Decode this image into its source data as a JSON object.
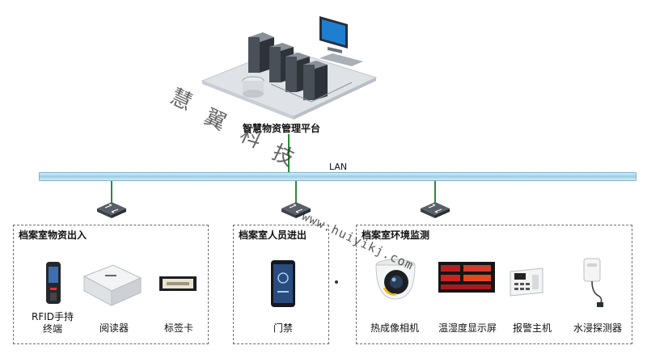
{
  "platform": {
    "label": "智慧物资管理平台"
  },
  "network": {
    "label": "LAN"
  },
  "watermark": {
    "chars": [
      "慧",
      "翼",
      "科",
      "技"
    ],
    "url": "www.huiyikj.com"
  },
  "groups": [
    {
      "title": "档案室物资出入",
      "devices": [
        {
          "label": "RFID手持\n终端",
          "icon": "rfid-handheld-icon"
        },
        {
          "label": "阅读器",
          "icon": "reader-icon"
        },
        {
          "label": "标签卡",
          "icon": "tag-card-icon"
        }
      ]
    },
    {
      "title": "档案室人员进出",
      "devices": [
        {
          "label": "门禁",
          "icon": "access-control-icon"
        }
      ]
    },
    {
      "title": "档案室环境监测",
      "devices": [
        {
          "label": "热成像相机",
          "icon": "thermal-camera-icon"
        },
        {
          "label": "温湿度显示屏",
          "icon": "temp-humidity-display-icon"
        },
        {
          "label": "报警主机",
          "icon": "alarm-host-icon"
        },
        {
          "label": "水浸探测器",
          "icon": "water-leak-detector-icon"
        }
      ]
    }
  ]
}
